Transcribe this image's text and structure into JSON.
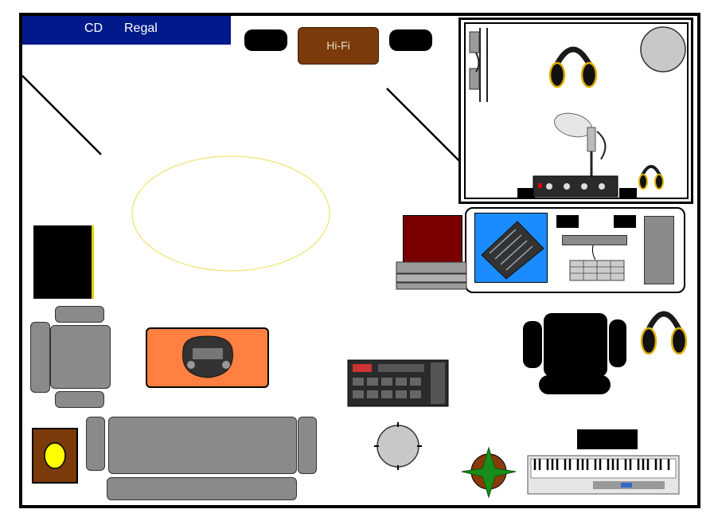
{
  "header": {
    "cd_label": "CD",
    "regal_label": "Regal"
  },
  "hifi": {
    "label": "Hi-Fi"
  },
  "colors": {
    "banner": "#001a8c",
    "hifi": "#7a3a0a",
    "rug_outline": "#f2e36a",
    "sofa": "#8a8a8a",
    "speaker": "#000000",
    "orange_table": "#ff8040",
    "monitor": "#7a0000",
    "mixer_bg": "#1a8cff",
    "plant": "#1a8c1a"
  },
  "icons": [
    "microphone-stand-icon",
    "headphones-icon",
    "condenser-microphone-icon",
    "preamp-rack-icon",
    "mixer-icon",
    "keyboard-icon",
    "midi-keyboard-icon",
    "guitar-multi-effects-icon",
    "drum-machine-icon",
    "plant-icon",
    "office-chair-icon"
  ]
}
